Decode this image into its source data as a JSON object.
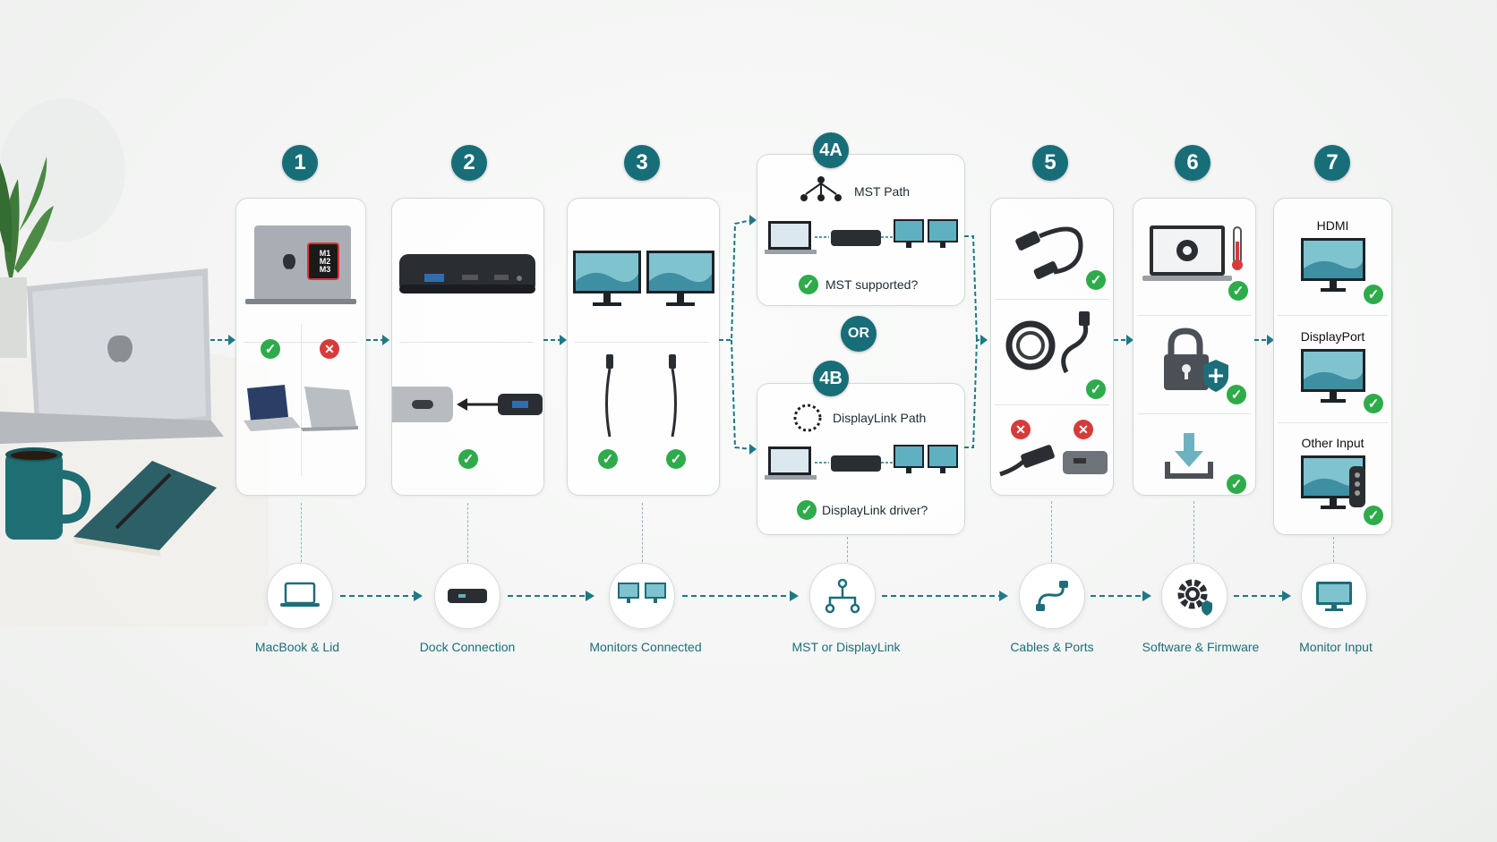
{
  "steps": [
    {
      "number": "1"
    },
    {
      "number": "2"
    },
    {
      "number": "3"
    },
    {
      "number": "5"
    },
    {
      "number": "6"
    },
    {
      "number": "7"
    }
  ],
  "mst": {
    "badge": "4A",
    "title": "MST Path",
    "check_label": "MST supported?"
  },
  "or_label": "OR",
  "displaylink": {
    "badge": "4B",
    "title": "DisplayLink Path",
    "check_label": "DisplayLink driver?"
  },
  "macbook_chip": {
    "line1": "M1",
    "line2": "M2",
    "line3": "M3"
  },
  "monitor_inputs": {
    "hdmi": "HDMI",
    "displayport": "DisplayPort",
    "other": "Other Input"
  },
  "bottom_flow": [
    {
      "label": "MacBook & Lid"
    },
    {
      "label": "Dock Connection"
    },
    {
      "label": "Monitors Connected"
    },
    {
      "label": "MST or DisplayLink"
    },
    {
      "label": "Cables & Ports"
    },
    {
      "label": "Software & Firmware"
    },
    {
      "label": "Monitor Input"
    }
  ],
  "colors": {
    "teal": "#176e78",
    "check": "#2eab4a",
    "cross": "#d63b3b",
    "screen": "#4fa3b5"
  }
}
